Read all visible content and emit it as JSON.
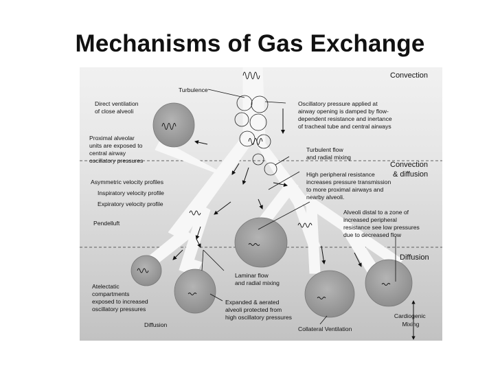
{
  "title": "Mechanisms of Gas Exchange",
  "zones": {
    "convection": "Convection",
    "convection_diffusion_1": "Convection",
    "convection_diffusion_2": "& diffusion",
    "diffusion": "Diffusion"
  },
  "labels": {
    "turbulence": "Turbulence",
    "direct_ventilation": [
      "Direct ventilation",
      "of close alveoli"
    ],
    "oscillatory_pressure": [
      "Oscillatory pressure applied at",
      "airway opening is damped by flow-",
      "dependent resistance and inertance",
      "of tracheal tube and central airways"
    ],
    "proximal_alveolar": [
      "Proximal alveolar",
      "units are exposed to",
      "central airway",
      "oscillatory pressures"
    ],
    "turbulent_flow": [
      "Turbulent flow",
      "and radial mixing"
    ],
    "high_peripheral": [
      "High peripheral resistance",
      "increases pressure transmission",
      "to more proximal airways and",
      "nearby alveoli."
    ],
    "asymmetric": "Asymmetric velocity profiles",
    "inspiratory": "Inspiratory velocity profile",
    "expiratory": "Expiratory velocity profile",
    "alveoli_distal": [
      "Alveoli distal to a zone of",
      "increased peripheral",
      "resistance see low pressures",
      "due to decreased flow"
    ],
    "pendelluft": "Pendelluft",
    "laminar_flow": [
      "Laminar flow",
      "and radial mixing"
    ],
    "atelectatic": [
      "Atelectatic",
      "compartments",
      "exposed to increased",
      "oscillatory pressures"
    ],
    "expanded": [
      "Expanded & aerated",
      "alveoli protected from",
      "high oscillatory pressures"
    ],
    "diffusion_small": "Diffusion",
    "collateral": "Collateral Ventilation",
    "cardiogenic": [
      "Cardiogenic",
      "Mixing"
    ]
  },
  "colors": {
    "band_top": "#efefef",
    "band_mid": "#dcdcdc",
    "band_bottom": "#c6c6c6",
    "airway": "#f7f7f7",
    "alveolus": "#9c9c9c",
    "ink": "#111111"
  }
}
